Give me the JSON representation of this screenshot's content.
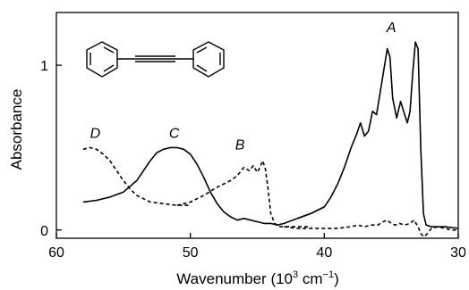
{
  "chart_data": {
    "type": "line",
    "xlabel": "Wavenumber (10",
    "xlabel_sup": "3",
    "xlabel_tail": " cm",
    "xlabel_sup2": "−1",
    "xlabel_end": ")",
    "ylabel": "Absorbance",
    "xlim": [
      60,
      30
    ],
    "ylim": [
      -0.05,
      1.32
    ],
    "x_inverted": true,
    "xticks": [
      60,
      50,
      40,
      30
    ],
    "xtick_labels": [
      "60",
      "50",
      "40",
      "30"
    ],
    "yticks": [
      0,
      1
    ],
    "ytick_labels": [
      "0",
      "1"
    ],
    "grid": false,
    "legend": "none",
    "inset": "diphenylacetylene structure",
    "series": [
      {
        "label": "A",
        "style": "solid",
        "label_pos": [
          35.0,
          1.2
        ],
        "x": [
          42,
          41,
          40,
          39.5,
          39,
          38.5,
          38,
          37.6,
          37.3,
          37.0,
          36.7,
          36.4,
          36.1,
          35.8,
          35.5,
          35.3,
          35.1,
          34.9,
          34.6,
          34.3,
          34.0,
          33.8,
          33.6,
          33.4,
          33.2,
          33.0,
          32.8,
          32.6,
          32.4,
          32.0,
          31,
          30
        ],
        "y": [
          0.07,
          0.1,
          0.14,
          0.2,
          0.28,
          0.38,
          0.5,
          0.58,
          0.65,
          0.57,
          0.6,
          0.72,
          0.7,
          0.85,
          1.0,
          1.1,
          1.05,
          0.8,
          0.68,
          0.78,
          0.7,
          0.65,
          0.72,
          0.95,
          1.14,
          1.1,
          0.5,
          0.1,
          0.03,
          0.02,
          0.02,
          0.01
        ]
      },
      {
        "label": "B",
        "style": "dashed",
        "label_pos": [
          46.3,
          0.49
        ],
        "x": [
          51,
          50,
          49,
          48,
          47,
          46.5,
          46.0,
          45.6,
          45.3,
          45.0,
          44.8,
          44.6,
          44.4,
          44.2,
          44.0,
          43.7,
          43.4,
          43,
          42,
          41
        ],
        "y": [
          0.15,
          0.17,
          0.21,
          0.26,
          0.3,
          0.33,
          0.38,
          0.36,
          0.39,
          0.35,
          0.38,
          0.42,
          0.37,
          0.25,
          0.1,
          0.04,
          0.02,
          0.02,
          0.02,
          0.02
        ]
      },
      {
        "label": "C",
        "style": "solid",
        "label_pos": [
          51.2,
          0.56
        ],
        "x": [
          58,
          57,
          56,
          55,
          54,
          53,
          52.5,
          52,
          51.5,
          51,
          50.5,
          50,
          49.5,
          49,
          48.5,
          48,
          47.5,
          47,
          46.5,
          46,
          45.5,
          45,
          44.5,
          44,
          43.5,
          43,
          42,
          41,
          40
        ],
        "y": [
          0.17,
          0.18,
          0.2,
          0.23,
          0.3,
          0.42,
          0.47,
          0.49,
          0.5,
          0.5,
          0.49,
          0.46,
          0.4,
          0.32,
          0.23,
          0.16,
          0.11,
          0.08,
          0.06,
          0.07,
          0.06,
          0.05,
          0.04,
          0.04,
          0.03,
          0.04,
          0.07,
          0.1,
          0.14
        ]
      },
      {
        "label": "D",
        "style": "dashed",
        "label_pos": [
          57.1,
          0.56
        ],
        "x": [
          58,
          57.5,
          57.0,
          56.5,
          56.0,
          55.5,
          55.0,
          54.5,
          54.0,
          53.5,
          53,
          52,
          51,
          50
        ],
        "y": [
          0.49,
          0.5,
          0.49,
          0.46,
          0.42,
          0.36,
          0.3,
          0.25,
          0.21,
          0.19,
          0.17,
          0.16,
          0.15,
          0.15
        ]
      },
      {
        "label": "",
        "style": "dashed",
        "x": [
          43,
          42,
          41,
          40,
          39,
          38,
          37.5,
          37,
          36.5,
          36,
          35.6,
          35.3,
          35.0,
          34.7,
          34.4,
          34.0,
          33.6,
          33.3,
          33.0,
          32.8,
          32.6,
          32.4,
          32.2,
          32.0,
          31.5,
          31,
          30.5,
          30
        ],
        "y": [
          0.02,
          0.01,
          0.01,
          0.01,
          0.01,
          0.02,
          0.03,
          0.02,
          0.03,
          0.03,
          0.05,
          0.06,
          0.04,
          0.03,
          0.04,
          0.03,
          0.04,
          0.06,
          0.02,
          -0.02,
          -0.04,
          -0.03,
          -0.01,
          0.01,
          0.02,
          0.01,
          0.0,
          0.0
        ]
      }
    ]
  }
}
